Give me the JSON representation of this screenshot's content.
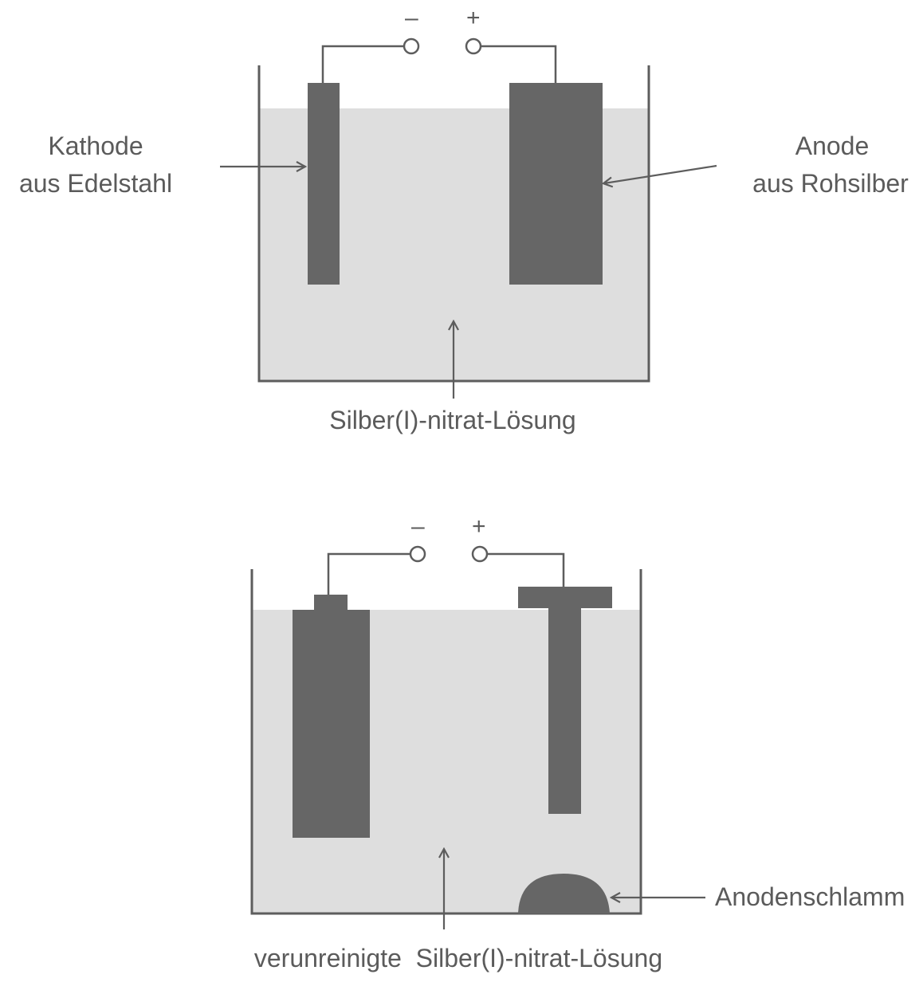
{
  "top_cell": {
    "terminal_minus": "–",
    "terminal_plus": "+",
    "cathode_label": [
      "Kathode",
      "aus Edelstahl"
    ],
    "anode_label": [
      "Anode",
      "aus Rohsilber"
    ],
    "solution_label": "Silber(I)-nitrat-Lösung"
  },
  "bottom_cell": {
    "terminal_minus": "–",
    "terminal_plus": "+",
    "sludge_label": "Anodenschlamm",
    "solution_label": "verunreinigte  Silber(I)-nitrat-Lösung"
  },
  "colors": {
    "line": "#5d5d5d",
    "electrode": "#666666",
    "solution": "#dedede",
    "text": "#5b5b5b"
  }
}
